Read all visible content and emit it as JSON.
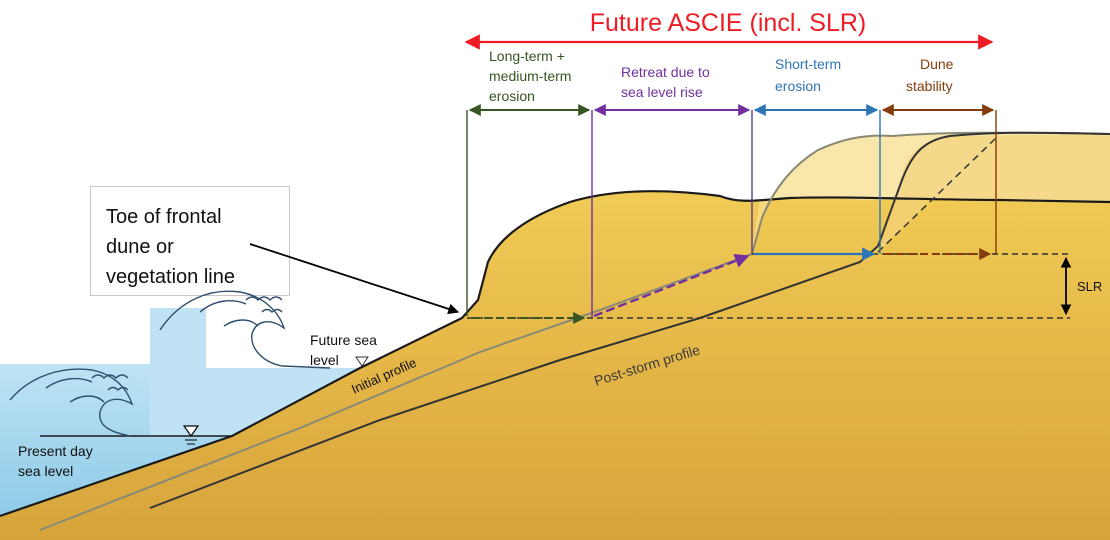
{
  "title": "Future ASCIE (incl. SLR)",
  "segments": {
    "long_term": [
      "Long-term +",
      "medium-term",
      "erosion"
    ],
    "retreat": [
      "Retreat due to",
      "sea level rise"
    ],
    "short_term": [
      "Short-term",
      "erosion"
    ],
    "dune_stability": [
      "Dune",
      "stability"
    ]
  },
  "callout": [
    "Toe of frontal",
    "dune or",
    "vegetation line"
  ],
  "labels": {
    "future_sea_level": [
      "Future sea",
      "level"
    ],
    "present_sea_level": [
      "Present day",
      "sea level"
    ],
    "initial_profile": "Initial profile",
    "post_storm_profile": "Post-storm profile",
    "slr": "SLR"
  },
  "colors": {
    "title": "#ee1c24",
    "long_term": "#375623",
    "retreat": "#7030a0",
    "short_term": "#2e75b6",
    "dune_stability": "#843c0c",
    "sand": "#e8bd45",
    "sea": "#a6d6ee"
  }
}
